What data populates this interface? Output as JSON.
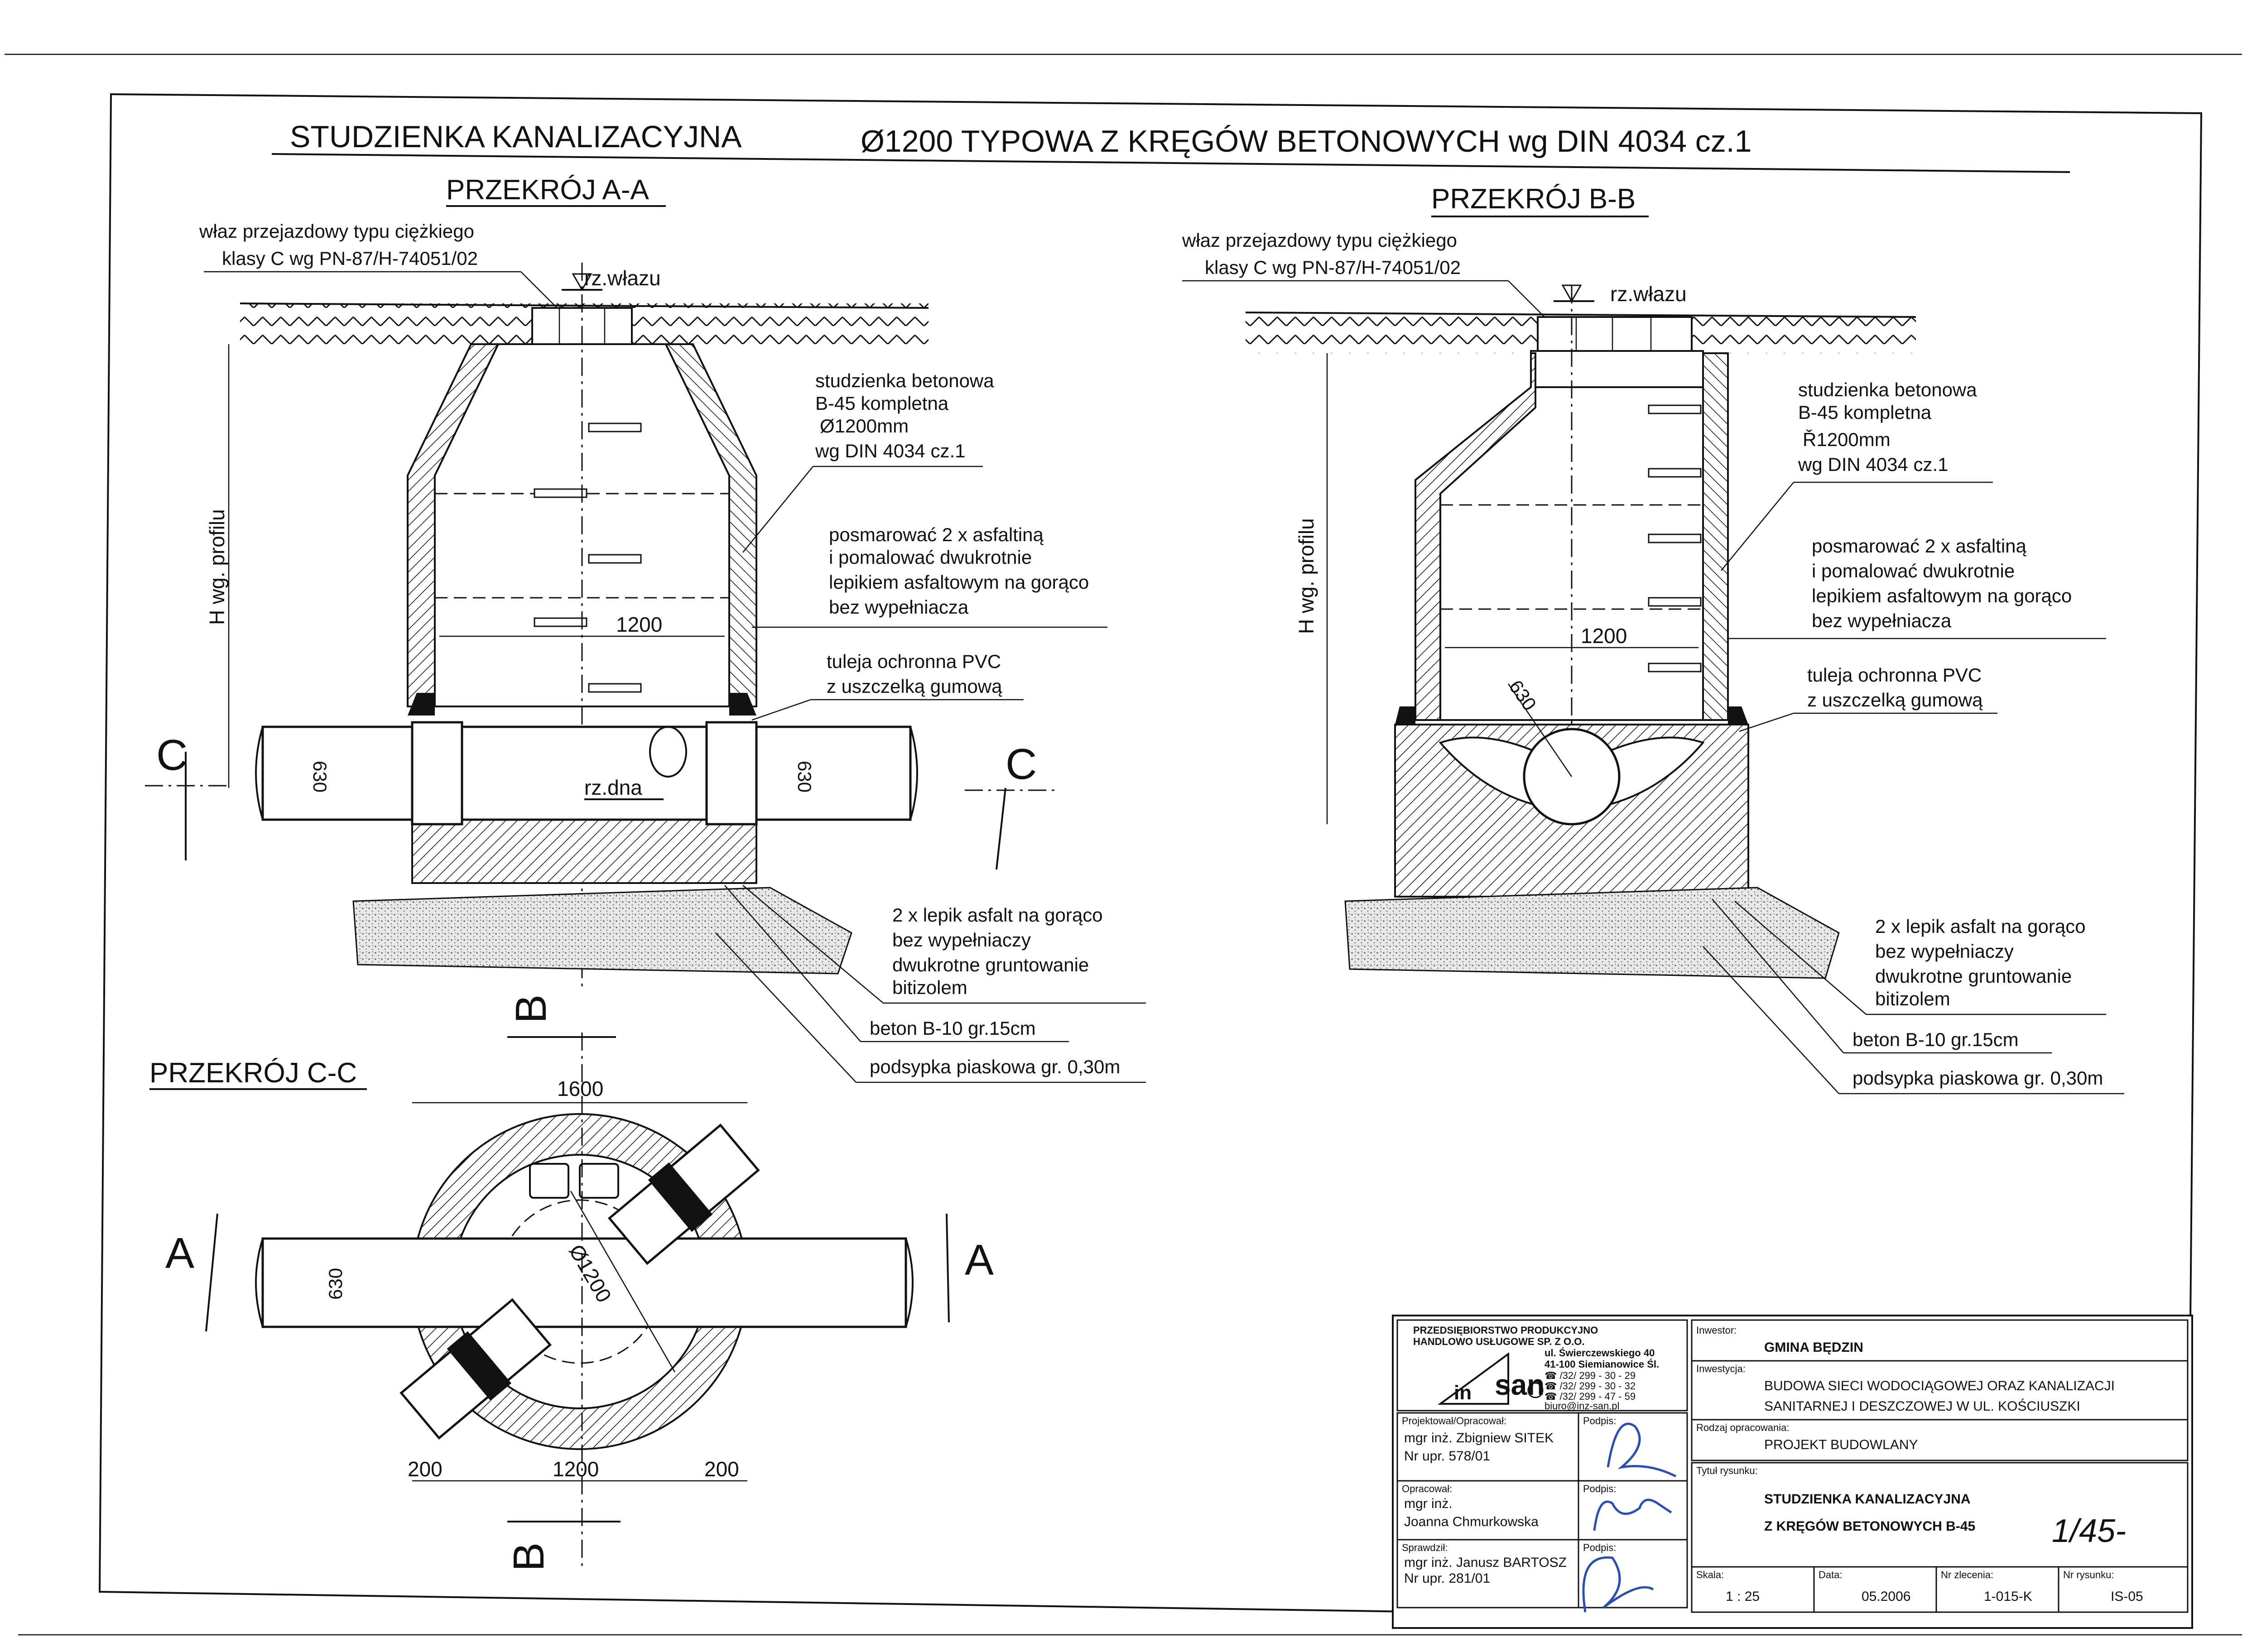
{
  "title": {
    "part1": "STUDZIENKA KANALIZACYJNA",
    "part2": "Ø1200 TYPOWA Z KRĘGÓW BETONOWYCH wg DIN 4034 cz.1"
  },
  "section_aa": {
    "title": "PRZEKRÓJ A-A",
    "hatch_label_1": "właz przejazdowy typu ciężkiego",
    "hatch_label_2": "klasy C wg PN-87/H-74051/02",
    "rz_wlazu": "rz.włazu",
    "rz_dna": "rz.dna",
    "h_label": "H wg. profilu",
    "well_1": "studzienka betonowa",
    "well_2": "B-45 kompletna",
    "well_3": "Ø1200mm",
    "well_4": "wg DIN 4034 cz.1",
    "coat_1": "posmarować 2 x asfaltiną",
    "coat_2": "i pomalować dwukrotnie",
    "coat_3": "lepikiem asfaltowym na gorąco",
    "coat_4": "bez wypełniacza",
    "sleeve_1": "tuleja ochronna PVC",
    "sleeve_2": "z uszczelką gumową",
    "dim_1200": "1200",
    "dim_630_left": "630",
    "dim_630_right": "630",
    "cut_left": "C",
    "cut_right": "C",
    "base_1": "2 x lepik asfalt na gorąco",
    "base_2": "bez wypełniaczy",
    "base_3": "dwukrotne gruntowanie",
    "base_4": "bitizolem",
    "concrete": "beton B-10 gr.15cm",
    "sand": "podsypka piaskowa gr. 0,30m"
  },
  "section_bb": {
    "title": "PRZEKRÓJ B-B",
    "hatch_label_1": "właz przejazdowy typu ciężkiego",
    "hatch_label_2": "klasy C wg PN-87/H-74051/02",
    "rz_wlazu": "rz.włazu",
    "h_label": "H wg. profilu",
    "well_1": "studzienka betonowa",
    "well_2": "B-45 kompletna",
    "well_3": "Ř1200mm",
    "well_4": "wg DIN 4034 cz.1",
    "coat_1": "posmarować 2 x asfaltiną",
    "coat_2": "i pomalować dwukrotnie",
    "coat_3": "lepikiem asfaltowym na gorąco",
    "coat_4": "bez wypełniacza",
    "sleeve_1": "tuleja ochronna PVC",
    "sleeve_2": "z uszczelką gumową",
    "dim_1200": "1200",
    "dim_630": "630",
    "base_1": "2 x lepik asfalt na gorąco",
    "base_2": "bez wypełniaczy",
    "base_3": "dwukrotne gruntowanie",
    "base_4": "bitizolem",
    "concrete": "beton B-10 gr.15cm",
    "sand": "podsypka piaskowa gr. 0,30m"
  },
  "section_cc": {
    "title": "PRZEKRÓJ C-C",
    "dim_1600": "1600",
    "dim_1200": "1200",
    "dim_200_left": "200",
    "dim_200_right": "200",
    "dim_630": "630",
    "dim_phi": "Ø1200",
    "cut_a_left": "A",
    "cut_a_right": "A",
    "cut_b_top": "B",
    "cut_b_bottom": "B"
  },
  "title_block": {
    "company_1": "PRZEDSIĘBIORSTWO PRODUKCYJNO",
    "company_2": "HANDLOWO USŁUGOWE  SP. Z O.O.",
    "addr_1": "ul. Świerczewskiego 40",
    "addr_2": "41-100 Siemianowice Śl.",
    "tel_1": "☎ /32/ 299 - 30 - 29",
    "tel_2": "☎ /32/ 299 - 30 - 32",
    "tel_3": "☎ /32/ 299 - 47 - 59",
    "email": "biuro@inz-san.pl",
    "logo_text": "san",
    "logo_prefix": "in",
    "investor_label": "Inwestor:",
    "investor": "GMINA BĘDZIN",
    "investment_label": "Inwestycja:",
    "investment_1": "BUDOWA SIECI WODOCIĄGOWEJ ORAZ KANALIZACJI",
    "investment_2": "SANITARNEJ I DESZCZOWEJ W UL. KOŚCIUSZKI",
    "designer_label": "Projektował/Opracował:",
    "designer_1": "mgr inż. Zbigniew SITEK",
    "designer_2": "Nr upr. 578/01",
    "sign_label": "Podpis:",
    "type_label": "Rodzaj opracowania:",
    "type": "PROJEKT BUDOWLANY",
    "prepared_label": "Opracował:",
    "prepared_1": "mgr inż.",
    "prepared_2": "Joanna Chmurkowska",
    "drawing_title_label": "Tytuł rysunku:",
    "drawing_title_1": "STUDZIENKA KANALIZACYJNA",
    "drawing_title_2": "Z KRĘGÓW BETONOWYCH B-45",
    "checked_label": "Sprawdził:",
    "checked_1": "mgr inż. Janusz BARTOSZ",
    "checked_2": "Nr upr. 281/01",
    "scale_label": "Skala:",
    "scale": "1 : 25",
    "date_label": "Data:",
    "date": "05.2006",
    "order_label": "Nr zlecenia:",
    "order": "1-015-K",
    "drawing_no_label": "Nr rysunku:",
    "drawing_no": "IS-05",
    "handwritten": "1/45-"
  }
}
